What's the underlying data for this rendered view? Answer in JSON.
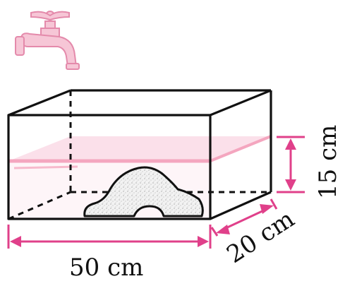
{
  "figure": {
    "dimensions": {
      "width": "50 cm",
      "depth": "20 cm",
      "water_height": "15 cm"
    },
    "colors": {
      "outline": "#111111",
      "dimension_arrows": "#e0408a",
      "water": "#f4a6bf",
      "faucet": "#f3b6cd",
      "rock_fill": "#eeeeee"
    },
    "icons": {
      "faucet": "faucet-icon",
      "rock": "rock-shape"
    }
  }
}
